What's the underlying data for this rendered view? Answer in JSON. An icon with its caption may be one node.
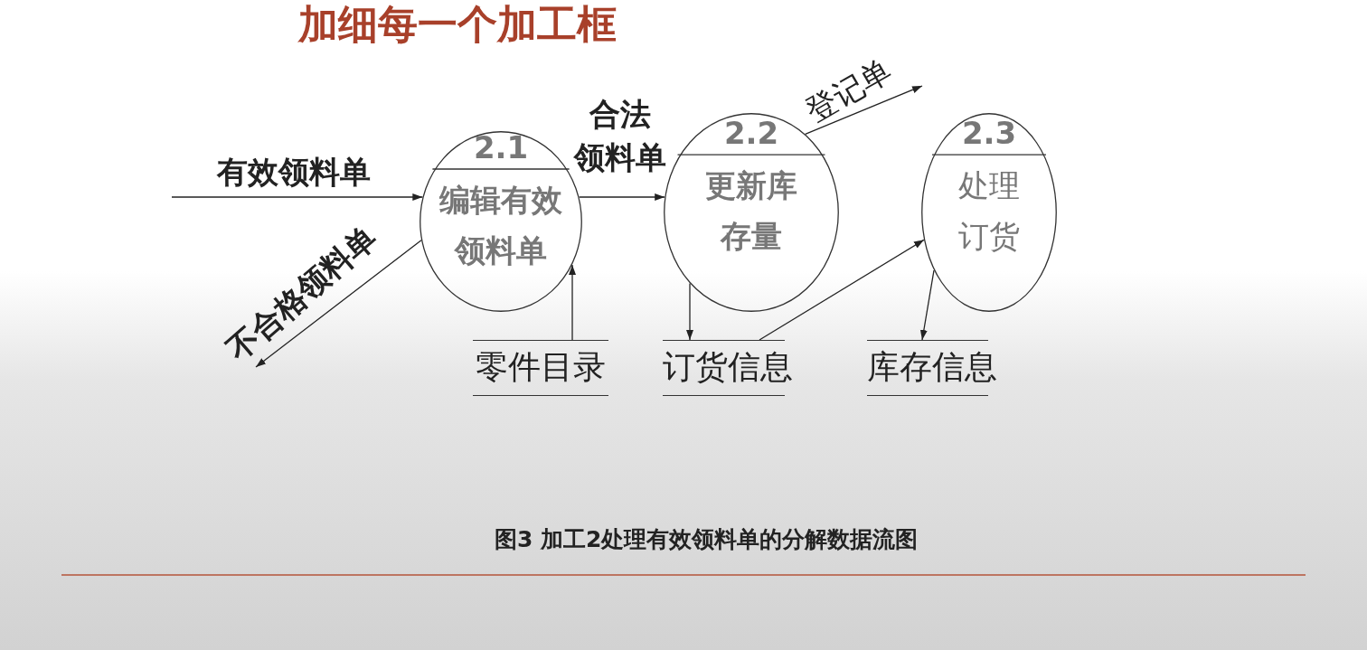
{
  "diagram": {
    "title": "加细每一个加工框",
    "caption": "图3 加工2处理有效领料单的分解数据流图",
    "nodes": [
      {
        "text": [
          "2.1",
          "编辑有效领料单"
        ]
      },
      {
        "text": [
          "2.2",
          "更新库存量"
        ]
      },
      {
        "text": [
          "2.3",
          "处理订货"
        ]
      },
      {
        "text": [
          "零件目录"
        ]
      },
      {
        "text": [
          "订货信息"
        ]
      },
      {
        "text": [
          "库存信息"
        ]
      }
    ],
    "edges": [
      {
        "from": null,
        "to": 0,
        "arrow": "to",
        "label": "有效领料单"
      },
      {
        "from": 0,
        "to": null,
        "arrow": "to",
        "label": "不合格领料单"
      },
      {
        "from": 0,
        "to": 1,
        "arrow": "to",
        "label": "合法领料单"
      },
      {
        "from": 1,
        "to": null,
        "arrow": "to",
        "label": "登记单"
      },
      {
        "from": 3,
        "to": 0,
        "arrow": "to"
      },
      {
        "from": 1,
        "to": 4,
        "arrow": "to"
      },
      {
        "from": 4,
        "to": 2,
        "arrow": "to"
      },
      {
        "from": 2,
        "to": 5,
        "arrow": "to"
      }
    ]
  }
}
